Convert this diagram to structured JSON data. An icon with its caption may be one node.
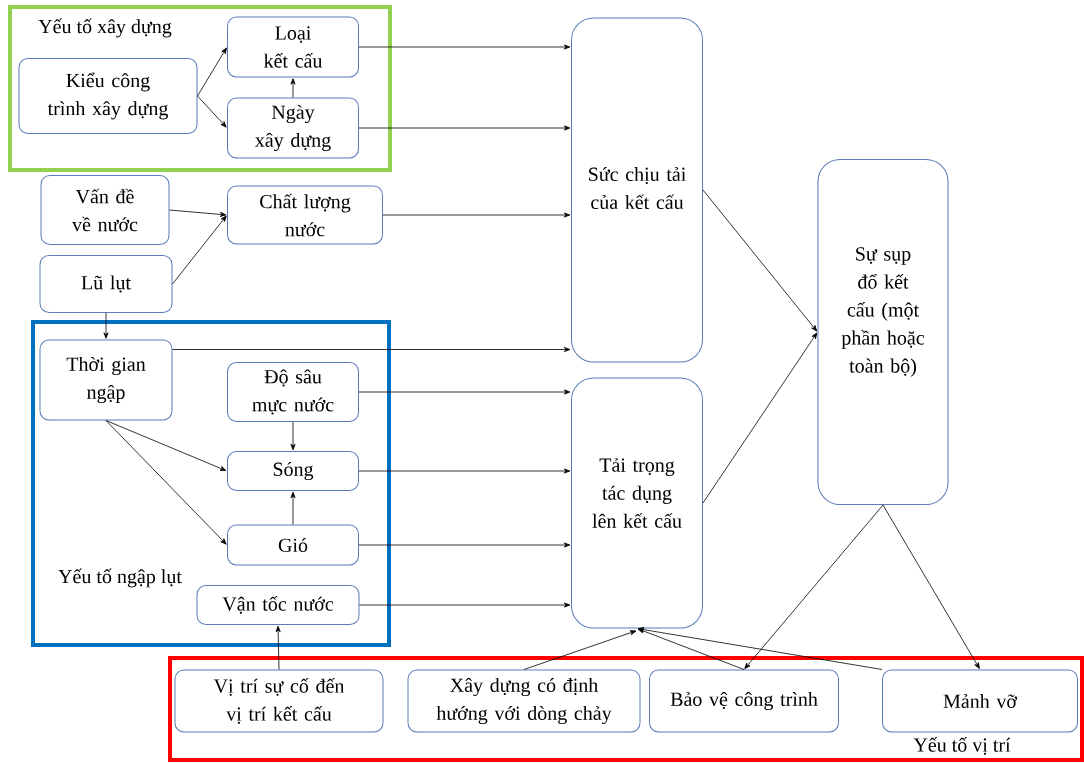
{
  "diagram": {
    "nodes": [
      {
        "text": [
          "Yếu tố xây dựng"
        ]
      },
      {
        "text": [
          "Kiểu công trình xây dựng"
        ],
        "in": 0
      },
      {
        "text": [
          "Loại kết cấu"
        ],
        "in": 0
      },
      {
        "text": [
          "Ngày xây dựng"
        ],
        "in": 0
      },
      {
        "text": [
          "Vấn đề về nước"
        ]
      },
      {
        "text": [
          "Chất lượng nước"
        ]
      },
      {
        "text": [
          "Lũ lụt"
        ]
      },
      {
        "text": [
          "Yếu tố ngập lụt"
        ]
      },
      {
        "text": [
          "Thời gian ngập"
        ],
        "in": 7
      },
      {
        "text": [
          "Độ sâu mực nước"
        ],
        "in": 7
      },
      {
        "text": [
          "Sóng"
        ],
        "in": 7
      },
      {
        "text": [
          "Gió"
        ],
        "in": 7
      },
      {
        "text": [
          "Vận tốc nước"
        ],
        "in": 7
      },
      {
        "text": [
          "Sức chịu tải của kết cấu"
        ]
      },
      {
        "text": [
          "Tải trọng tác dụng lên kết cấu"
        ]
      },
      {
        "text": [
          "Sự sụp đổ kết cấu (một phần hoặc toàn bộ)"
        ]
      },
      {
        "text": [
          "Yếu tố vị trí"
        ]
      },
      {
        "text": [
          "Vị trí sự cố đến vị trí kết cấu"
        ],
        "in": 16
      },
      {
        "text": [
          "Xây dựng có định hướng với dòng chảy"
        ],
        "in": 16
      },
      {
        "text": [
          "Bảo vệ công trình"
        ],
        "in": 16
      },
      {
        "text": [
          "Mảnh vỡ"
        ],
        "in": 16
      }
    ],
    "edges": [
      {
        "from": 1,
        "to": 2,
        "arrow": "to"
      },
      {
        "from": 1,
        "to": 3,
        "arrow": "to"
      },
      {
        "from": 3,
        "to": 2,
        "arrow": "to"
      },
      {
        "from": 2,
        "to": 13,
        "arrow": "to"
      },
      {
        "from": 3,
        "to": 13,
        "arrow": "to"
      },
      {
        "from": 4,
        "to": 5,
        "arrow": "to"
      },
      {
        "from": 6,
        "to": 5,
        "arrow": "to"
      },
      {
        "from": 5,
        "to": 13,
        "arrow": "to"
      },
      {
        "from": 6,
        "to": 8,
        "arrow": "to"
      },
      {
        "from": 8,
        "to": 13,
        "arrow": "to"
      },
      {
        "from": 9,
        "to": 14,
        "arrow": "to"
      },
      {
        "from": 8,
        "to": 10,
        "arrow": "to"
      },
      {
        "from": 8,
        "to": 11,
        "arrow": "to"
      },
      {
        "from": 9,
        "to": 10,
        "arrow": "to"
      },
      {
        "from": 11,
        "to": 10,
        "arrow": "to"
      },
      {
        "from": 10,
        "to": 14,
        "arrow": "to"
      },
      {
        "from": 11,
        "to": 14,
        "arrow": "to"
      },
      {
        "from": 12,
        "to": 14,
        "arrow": "to"
      },
      {
        "from": 17,
        "to": 12,
        "arrow": "to"
      },
      {
        "from": 18,
        "to": 14,
        "arrow": "to"
      },
      {
        "from": 19,
        "to": 14,
        "arrow": "to"
      },
      {
        "from": 20,
        "to": 14,
        "arrow": "to"
      },
      {
        "from": 13,
        "to": 15,
        "arrow": "to"
      },
      {
        "from": 14,
        "to": 15,
        "arrow": "to"
      },
      {
        "from": 15,
        "to": 19,
        "arrow": "to"
      },
      {
        "from": 15,
        "to": 20,
        "arrow": "to"
      }
    ]
  }
}
